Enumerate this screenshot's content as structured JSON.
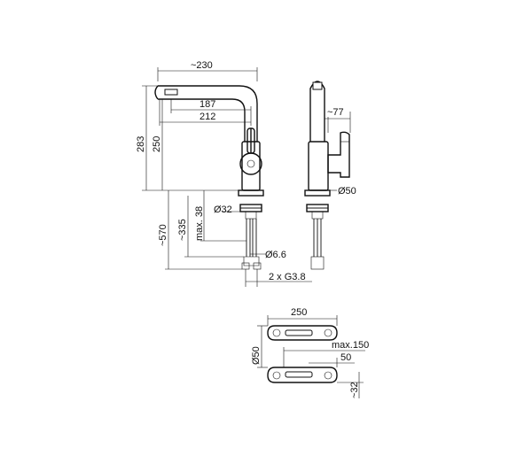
{
  "dimensions": {
    "reach_total": "~230",
    "reach_187": "187",
    "reach_212": "212",
    "height_283": "283",
    "height_250": "250",
    "side_77": "~77",
    "dia_50_side": "Ø50",
    "dia_32": "Ø32",
    "max_38": "max. 38",
    "len_335": "~335",
    "len_570": "~570",
    "dia_6_6": "Ø6.6",
    "thread": "2 x G3.8",
    "top_width_250": "250",
    "top_max_150": "max.150",
    "top_50": "50",
    "top_dia_50": "Ø50",
    "top_32": "~32"
  }
}
